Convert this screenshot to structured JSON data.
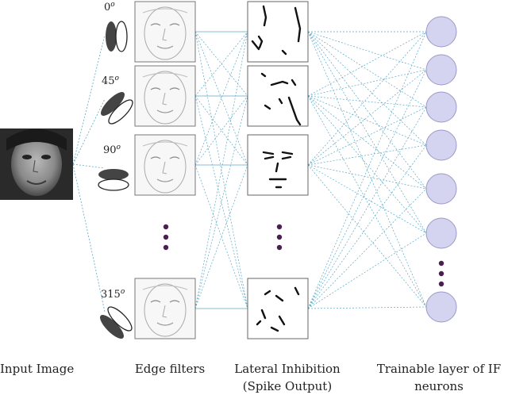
{
  "input_label": "Input Image",
  "edge_label": "Edge filters",
  "inhibition_label_line1": "Lateral Inhibition",
  "inhibition_label_line2": "(Spike Output)",
  "neuron_label_line1": "Trainable layer of IF",
  "neuron_label_line2": "neurons",
  "filters": [
    {
      "angle": "0",
      "degree": "o"
    },
    {
      "angle": "45",
      "degree": "o"
    },
    {
      "angle": "90",
      "degree": "o"
    },
    {
      "angle": "315",
      "degree": "o"
    }
  ],
  "neuron_count": 7,
  "colors": {
    "neuron_fill": "#d4d4f0",
    "neuron_stroke": "#9a9ac8",
    "connection": "#5aa8c8",
    "ellipsis_dot": "#4a2050",
    "ellipse_dark": "#444444"
  }
}
